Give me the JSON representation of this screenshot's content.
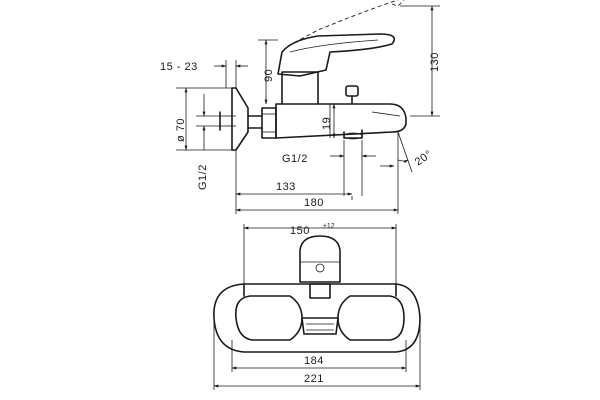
{
  "side_view": {
    "dim_15_23": "15 - 23",
    "dim_90": "90",
    "dim_130": "130",
    "dim_70": "ø 70",
    "dim_19": "19",
    "dim_g12_left": "G1/2",
    "dim_g12_mid": "G1/2",
    "dim_20deg": "20°",
    "dim_133": "133",
    "dim_180": "180"
  },
  "front_view": {
    "dim_150": "150",
    "dim_150_tol": "±12",
    "dim_184": "184",
    "dim_221": "221"
  }
}
